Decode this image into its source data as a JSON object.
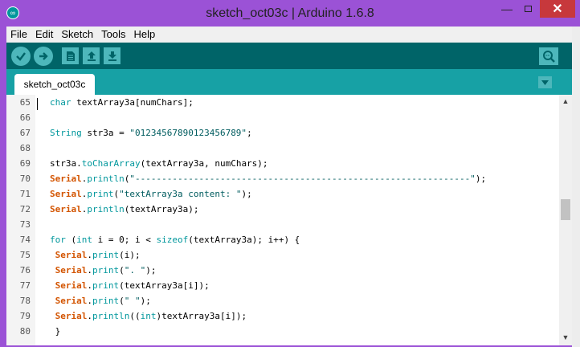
{
  "window": {
    "title": "sketch_oct03c | Arduino 1.6.8",
    "min_glyph": "—",
    "close_glyph": "✕"
  },
  "menu": [
    "File",
    "Edit",
    "Sketch",
    "Tools",
    "Help"
  ],
  "toolbar": {
    "icons": [
      "verify-icon",
      "upload-icon",
      "new-icon",
      "open-icon",
      "save-icon",
      "serial-monitor-icon"
    ]
  },
  "tab": {
    "label": "sketch_oct03c"
  },
  "colors": {
    "titlebar": "#9b52d6",
    "toolbar": "#006468",
    "tabbar": "#17a1a5",
    "button": "#4db7bb",
    "keyword": "#00979c",
    "class": "#d35400"
  },
  "editor": {
    "lines": [
      {
        "n": "65",
        "seg": [
          {
            "t": "char",
            "c": "kw"
          },
          {
            "t": " textArray3a[numChars];"
          }
        ]
      },
      {
        "n": "66",
        "seg": []
      },
      {
        "n": "67",
        "seg": [
          {
            "t": "String",
            "c": "kw"
          },
          {
            "t": " str3a = "
          },
          {
            "t": "\"01234567890123456789\"",
            "c": "str"
          },
          {
            "t": ";"
          }
        ]
      },
      {
        "n": "68",
        "seg": []
      },
      {
        "n": "69",
        "seg": [
          {
            "t": "str3a."
          },
          {
            "t": "toCharArray",
            "c": "kw"
          },
          {
            "t": "(textArray3a, numChars);"
          }
        ]
      },
      {
        "n": "70",
        "seg": [
          {
            "t": "Serial",
            "c": "cls"
          },
          {
            "t": "."
          },
          {
            "t": "println",
            "c": "kw"
          },
          {
            "t": "("
          },
          {
            "t": "\"---------------------------------------------------------------\"",
            "c": "str"
          },
          {
            "t": ");"
          }
        ]
      },
      {
        "n": "71",
        "seg": [
          {
            "t": "Serial",
            "c": "cls"
          },
          {
            "t": "."
          },
          {
            "t": "print",
            "c": "kw"
          },
          {
            "t": "("
          },
          {
            "t": "\"textArray3a content: \"",
            "c": "str"
          },
          {
            "t": ");"
          }
        ]
      },
      {
        "n": "72",
        "seg": [
          {
            "t": "Serial",
            "c": "cls"
          },
          {
            "t": "."
          },
          {
            "t": "println",
            "c": "kw"
          },
          {
            "t": "(textArray3a);"
          }
        ]
      },
      {
        "n": "73",
        "seg": []
      },
      {
        "n": "74",
        "seg": [
          {
            "t": "for",
            "c": "kw"
          },
          {
            "t": " ("
          },
          {
            "t": "int",
            "c": "kw"
          },
          {
            "t": " i = 0; i < "
          },
          {
            "t": "sizeof",
            "c": "kw"
          },
          {
            "t": "(textArray3a); i++) {"
          }
        ]
      },
      {
        "n": "75",
        "seg": [
          {
            "t": " "
          },
          {
            "t": "Serial",
            "c": "cls"
          },
          {
            "t": "."
          },
          {
            "t": "print",
            "c": "kw"
          },
          {
            "t": "(i);"
          }
        ]
      },
      {
        "n": "76",
        "seg": [
          {
            "t": " "
          },
          {
            "t": "Serial",
            "c": "cls"
          },
          {
            "t": "."
          },
          {
            "t": "print",
            "c": "kw"
          },
          {
            "t": "("
          },
          {
            "t": "\". \"",
            "c": "str"
          },
          {
            "t": ");"
          }
        ]
      },
      {
        "n": "77",
        "seg": [
          {
            "t": " "
          },
          {
            "t": "Serial",
            "c": "cls"
          },
          {
            "t": "."
          },
          {
            "t": "print",
            "c": "kw"
          },
          {
            "t": "(textArray3a[i]);"
          }
        ]
      },
      {
        "n": "78",
        "seg": [
          {
            "t": " "
          },
          {
            "t": "Serial",
            "c": "cls"
          },
          {
            "t": "."
          },
          {
            "t": "print",
            "c": "kw"
          },
          {
            "t": "("
          },
          {
            "t": "\" \"",
            "c": "str"
          },
          {
            "t": ");"
          }
        ]
      },
      {
        "n": "79",
        "seg": [
          {
            "t": " "
          },
          {
            "t": "Serial",
            "c": "cls"
          },
          {
            "t": "."
          },
          {
            "t": "println",
            "c": "kw"
          },
          {
            "t": "(("
          },
          {
            "t": "int",
            "c": "kw"
          },
          {
            "t": ")textArray3a[i]);"
          }
        ]
      },
      {
        "n": "80",
        "seg": [
          {
            "t": " }"
          }
        ]
      }
    ]
  }
}
